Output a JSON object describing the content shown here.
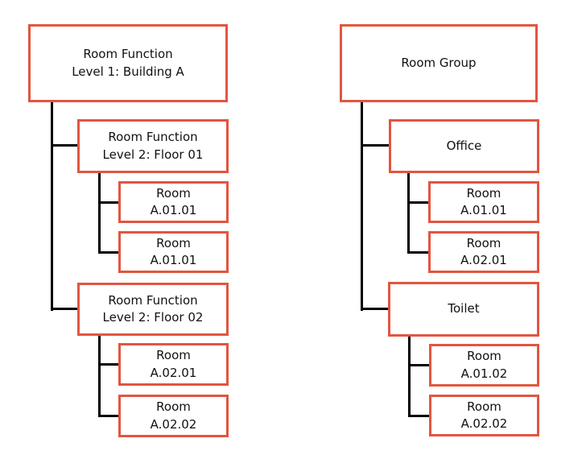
{
  "left_tree": {
    "root_label": "Room Function\nLevel 1: Building A",
    "branches": [
      {
        "label": "Room Function\nLevel 2: Floor 01",
        "leaves": [
          "Room\nA.01.01",
          "Room\nA.01.01"
        ]
      },
      {
        "label": "Room Function\nLevel 2: Floor 02",
        "leaves": [
          "Room\nA.02.01",
          "Room\nA.02.02"
        ]
      }
    ]
  },
  "right_tree": {
    "root_label": "Room Group",
    "branches": [
      {
        "label": "Office",
        "leaves": [
          "Room\nA.01.01",
          "Room\nA.02.01"
        ]
      },
      {
        "label": "Toilet",
        "leaves": [
          "Room\nA.01.02",
          "Room\nA.02.02"
        ]
      }
    ]
  },
  "colors": {
    "box_border": "#e25540",
    "box_fill": "#ffffff",
    "connector": "#000000",
    "text": "#111111",
    "background": "#ffffff"
  }
}
